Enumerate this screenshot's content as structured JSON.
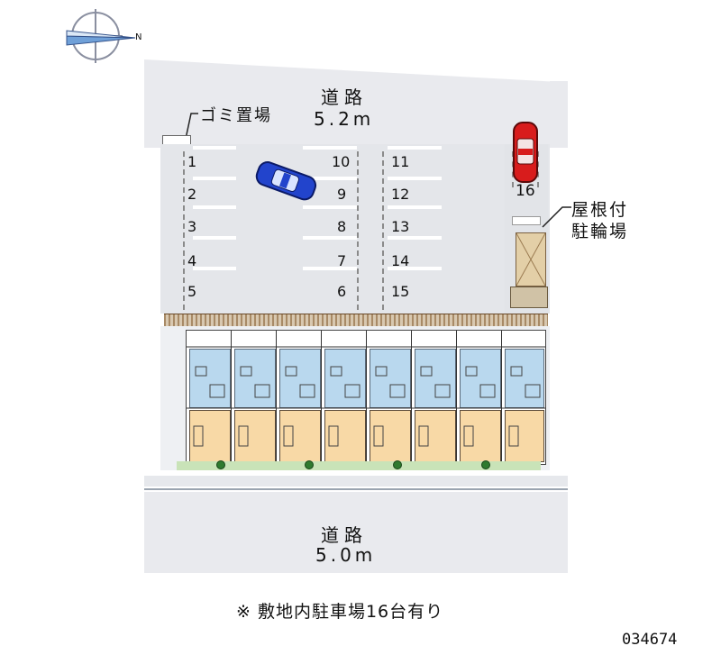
{
  "compass": {
    "north_label": "N",
    "icon": "compass-rose-icon"
  },
  "roads": {
    "top": {
      "name": "道路",
      "width": "5.2m"
    },
    "bottom": {
      "name": "道路",
      "width": "5.0m"
    }
  },
  "labels": {
    "garbage": "ゴミ置場",
    "bike_line1": "屋根付",
    "bike_line2": "駐輪場"
  },
  "parking": {
    "col_left": [
      "1",
      "2",
      "3",
      "4",
      "5"
    ],
    "col_mid": [
      "10",
      "9",
      "8",
      "7",
      "6"
    ],
    "col_right": [
      "11",
      "12",
      "13",
      "14",
      "15"
    ],
    "extra": "16"
  },
  "cars": [
    {
      "name": "blue-car-icon",
      "color": "#2244cc"
    },
    {
      "name": "red-car-icon",
      "color": "#d81c1c"
    }
  ],
  "colors": {
    "road": "#e9eaee",
    "lot": "#e4e6ea",
    "fence": "#a88a66",
    "bath": "#b9d8ee",
    "room": "#f8d9a6",
    "green": "#2f7a2f"
  },
  "footer": {
    "note": "※ 敷地内駐車場16台有り",
    "code": "034674"
  }
}
